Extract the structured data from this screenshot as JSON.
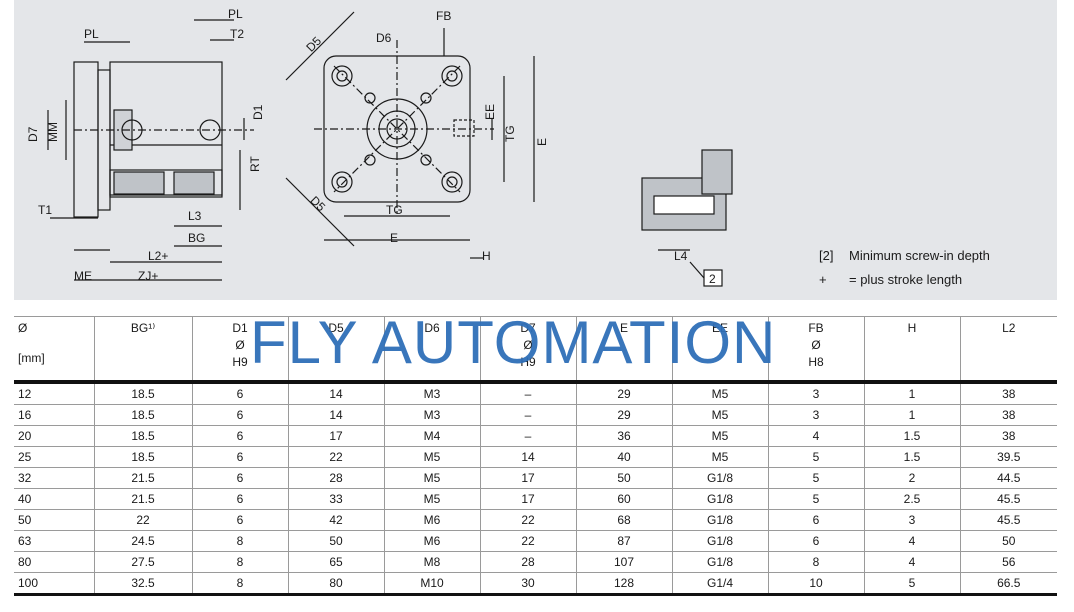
{
  "drawing": {
    "side_view_labels": [
      "PL",
      "PL",
      "T2",
      "D7",
      "MM",
      "D1",
      "RT",
      "T1",
      "L3",
      "BG",
      "L2+",
      "ME",
      "ZJ+"
    ],
    "front_view_labels": [
      "D5",
      "D6",
      "FB",
      "EE",
      "TG",
      "E",
      "D5",
      "TG",
      "E",
      "H"
    ],
    "detail_labels": [
      "L4",
      "2"
    ],
    "notes": [
      {
        "key": "[2]",
        "text": "Minimum screw-in depth"
      },
      {
        "key": "+",
        "text": "= plus stroke length"
      }
    ]
  },
  "watermark": "FLY AUTOMATION",
  "table": {
    "headers": [
      {
        "lines": [
          "Ø"
        ],
        "unit": "[mm]"
      },
      {
        "lines": [
          "BG¹⁾"
        ],
        "unit": ""
      },
      {
        "lines": [
          "D1",
          "Ø",
          "H9"
        ],
        "unit": ""
      },
      {
        "lines": [
          "D5"
        ],
        "unit": ""
      },
      {
        "lines": [
          "D6"
        ],
        "unit": ""
      },
      {
        "lines": [
          "D7",
          "Ø",
          "H9"
        ],
        "unit": ""
      },
      {
        "lines": [
          "E"
        ],
        "unit": ""
      },
      {
        "lines": [
          "EE"
        ],
        "unit": ""
      },
      {
        "lines": [
          "FB",
          "Ø",
          "H8"
        ],
        "unit": ""
      },
      {
        "lines": [
          "H"
        ],
        "unit": ""
      },
      {
        "lines": [
          "L2"
        ],
        "unit": ""
      }
    ],
    "rows": [
      [
        "12",
        "18.5",
        "6",
        "14",
        "M3",
        "–",
        "29",
        "M5",
        "3",
        "1",
        "38"
      ],
      [
        "16",
        "18.5",
        "6",
        "14",
        "M3",
        "–",
        "29",
        "M5",
        "3",
        "1",
        "38"
      ],
      [
        "20",
        "18.5",
        "6",
        "17",
        "M4",
        "–",
        "36",
        "M5",
        "4",
        "1.5",
        "38"
      ],
      [
        "25",
        "18.5",
        "6",
        "22",
        "M5",
        "14",
        "40",
        "M5",
        "5",
        "1.5",
        "39.5"
      ],
      [
        "32",
        "21.5",
        "6",
        "28",
        "M5",
        "17",
        "50",
        "G1/8",
        "5",
        "2",
        "44.5"
      ],
      [
        "40",
        "21.5",
        "6",
        "33",
        "M5",
        "17",
        "60",
        "G1/8",
        "5",
        "2.5",
        "45.5"
      ],
      [
        "50",
        "22",
        "6",
        "42",
        "M6",
        "22",
        "68",
        "G1/8",
        "6",
        "3",
        "45.5"
      ],
      [
        "63",
        "24.5",
        "8",
        "50",
        "M6",
        "22",
        "87",
        "G1/8",
        "6",
        "4",
        "50"
      ],
      [
        "80",
        "27.5",
        "8",
        "65",
        "M8",
        "28",
        "107",
        "G1/8",
        "8",
        "4",
        "56"
      ],
      [
        "100",
        "32.5",
        "8",
        "80",
        "M10",
        "30",
        "128",
        "G1/4",
        "10",
        "5",
        "66.5"
      ]
    ]
  }
}
